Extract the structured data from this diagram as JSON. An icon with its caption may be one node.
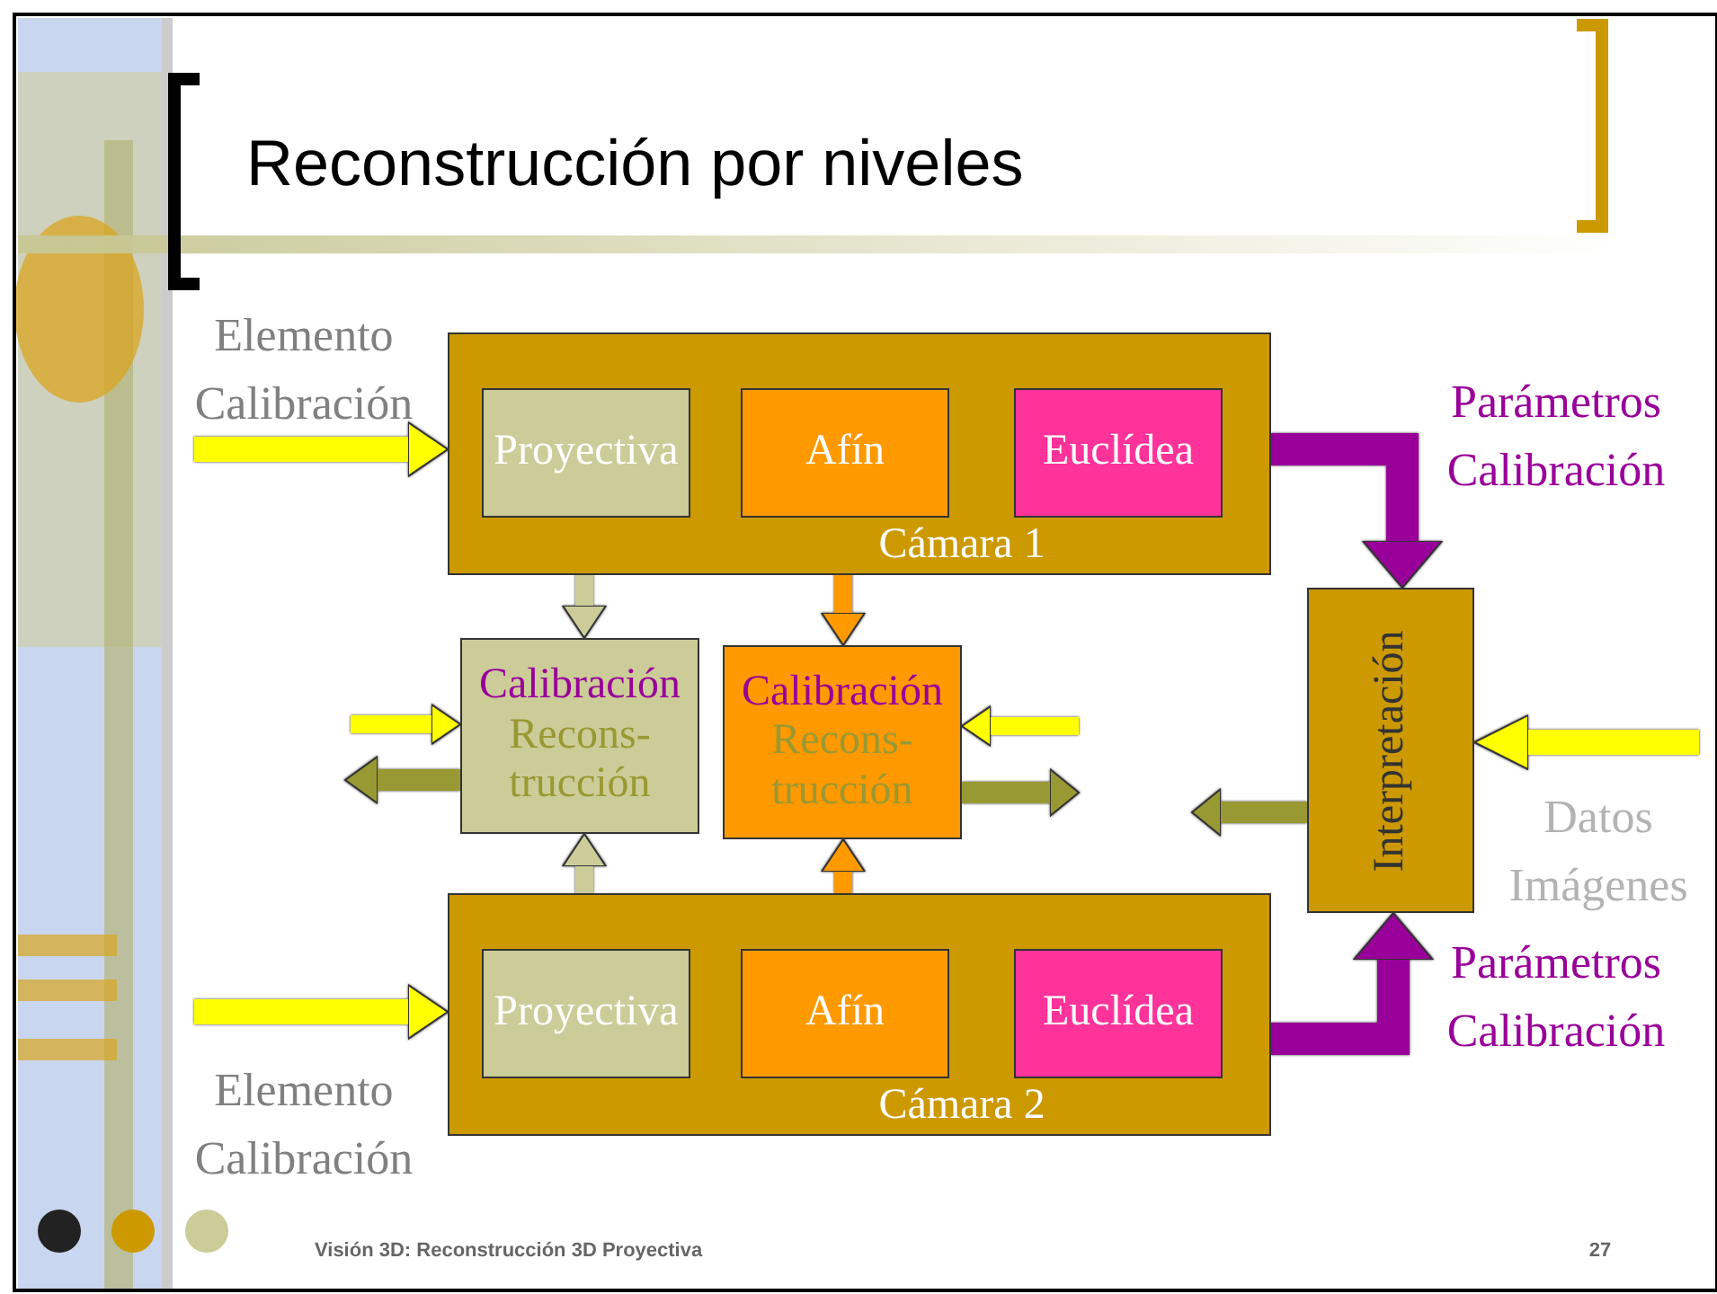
{
  "diagram": {
    "title": "Reconstrucción por niveles",
    "nodes": [
      {
        "text": [
          "Cámara 1"
        ]
      },
      {
        "text": [
          "Proyectiva"
        ],
        "in": 0
      },
      {
        "text": [
          "Afín"
        ],
        "in": 0
      },
      {
        "text": [
          "Euclídea"
        ],
        "in": 0
      },
      {
        "text": [
          "Calibración",
          "Recons- trucción"
        ]
      },
      {
        "text": [
          "Calibración",
          "Recons- trucción"
        ]
      },
      {
        "text": [
          "Interpretación"
        ]
      },
      {
        "text": [
          "Cámara 2"
        ]
      },
      {
        "text": [
          "Proyectiva"
        ],
        "in": 7
      },
      {
        "text": [
          "Afín"
        ],
        "in": 7
      },
      {
        "text": [
          "Euclídea"
        ],
        "in": 7
      }
    ],
    "edges": [
      {
        "from": null,
        "to": 0,
        "arrow": "to"
      },
      {
        "from": 1,
        "to": 4,
        "arrow": "to",
        "color": "#cccc99"
      },
      {
        "from": 2,
        "to": 5,
        "arrow": "to",
        "color": "#ff9900"
      },
      {
        "from": 0,
        "to": 6,
        "arrow": "to",
        "color": "#990099"
      },
      {
        "from": null,
        "to": 4,
        "arrow": "to"
      },
      {
        "from": 4,
        "to": null,
        "arrow": "to",
        "color": "#999933"
      },
      {
        "from": null,
        "to": 5,
        "arrow": "to"
      },
      {
        "from": 5,
        "to": null,
        "arrow": "to",
        "color": "#999933"
      },
      {
        "from": null,
        "to": 6,
        "arrow": "to"
      },
      {
        "from": 6,
        "to": null,
        "arrow": "to",
        "color": "#999933"
      },
      {
        "from": 8,
        "to": 4,
        "arrow": "to",
        "color": "#cccc99"
      },
      {
        "from": 9,
        "to": 5,
        "arrow": "to",
        "color": "#ff9900"
      },
      {
        "from": null,
        "to": 7,
        "arrow": "to"
      },
      {
        "from": 7,
        "to": 6,
        "arrow": "to",
        "color": "#990099"
      }
    ],
    "labels": [
      "Elemento Calibración",
      "Parámetros Calibración",
      "Datos Imágenes",
      "Parámetros Calibración",
      "Elemento Calibración",
      "Visión 3D: Reconstrucción 3D Proyectiva",
      "27"
    ]
  }
}
